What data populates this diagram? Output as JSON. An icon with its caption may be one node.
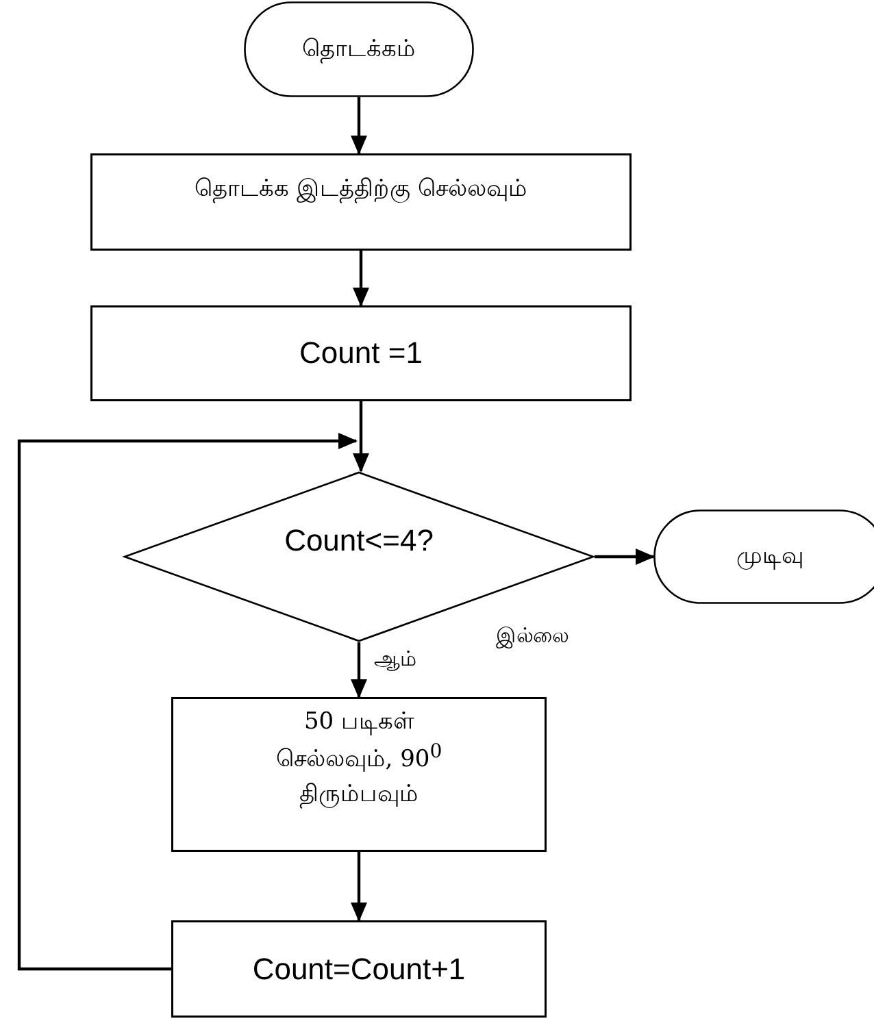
{
  "diagram": {
    "nodes": [
      {
        "text": [
          "தொடக்கம்"
        ]
      },
      {
        "text": [
          "தொடக்க இடத்திற்கு செல்லவும்"
        ]
      },
      {
        "text": [
          "Count =1"
        ]
      },
      {
        "text": [
          "Count<=4?"
        ]
      },
      {
        "text": [
          "முடிவு"
        ]
      },
      {
        "text": [
          "50 படிகள் செல்லவும், 90$^{0}$ திரும்பவும்"
        ]
      },
      {
        "text": [
          "Count=Count+1"
        ]
      }
    ],
    "edges": [
      {
        "from": 0,
        "to": 1,
        "arrow": "to"
      },
      {
        "from": 1,
        "to": 2,
        "arrow": "to"
      },
      {
        "from": 2,
        "to": 3,
        "arrow": "to"
      },
      {
        "from": 3,
        "to": 4,
        "arrow": "to",
        "label": "இல்லை"
      },
      {
        "from": 3,
        "to": 5,
        "arrow": "to",
        "label": "ஆம்"
      },
      {
        "from": 5,
        "to": 6,
        "arrow": "to"
      },
      {
        "from": 6,
        "to": 3,
        "arrow": "to"
      }
    ]
  }
}
